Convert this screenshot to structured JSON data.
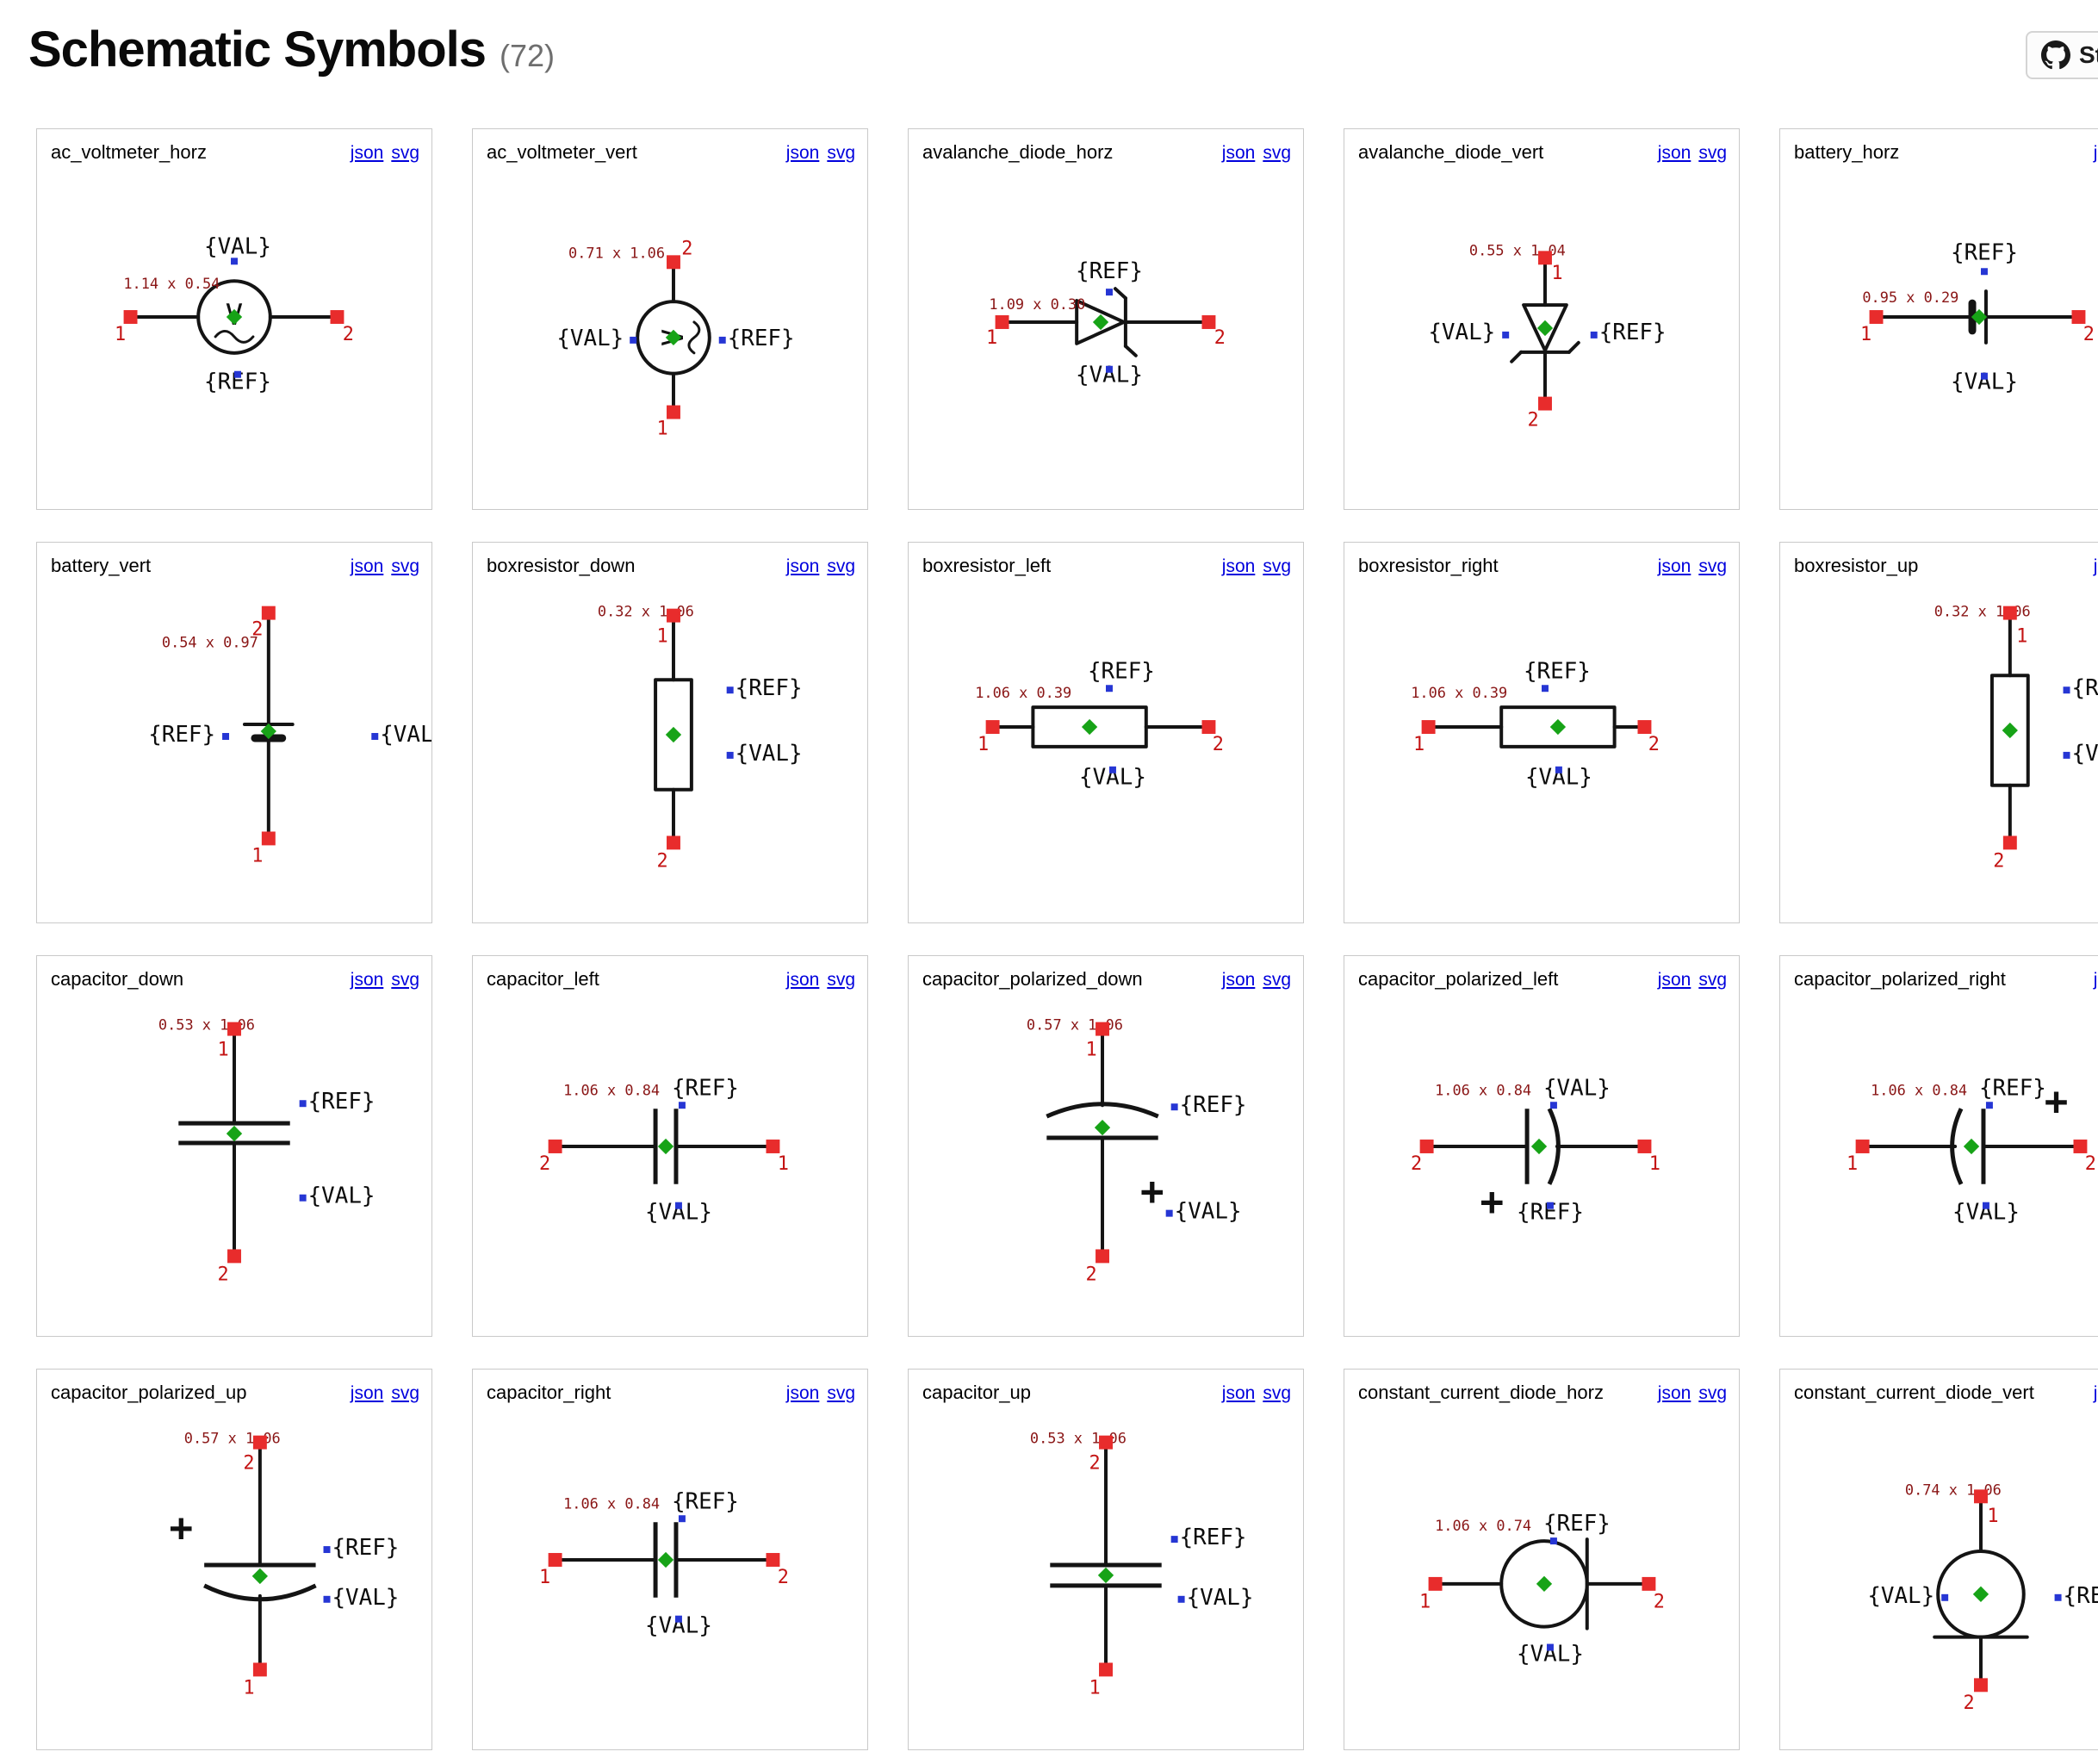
{
  "page": {
    "title": "Schematic Symbols",
    "count": "(72)"
  },
  "star": {
    "label": "Star"
  },
  "common": {
    "json_link": "json",
    "svg_link": "svg",
    "ref_label": "{REF}",
    "val_label": "{VAL}",
    "pin1": "1",
    "pin2": "2",
    "plus": "+",
    "meter_glyph": "V",
    "colors": {
      "pin_square": "#e82c2c",
      "center_diamond": "#17a317",
      "anchor_dot": "#2636d4",
      "dim_text": "#8a1616",
      "pin_text": "#c41414",
      "link": "#0000dd"
    }
  },
  "cards": [
    {
      "name": "ac_voltmeter_horz",
      "dims": "1.14 x 0.54"
    },
    {
      "name": "ac_voltmeter_vert",
      "dims": "0.71 x 1.06"
    },
    {
      "name": "avalanche_diode_horz",
      "dims": "1.09 x 0.30"
    },
    {
      "name": "avalanche_diode_vert",
      "dims": "0.55 x 1.04"
    },
    {
      "name": "battery_horz",
      "dims": "0.95 x 0.29"
    },
    {
      "name": "battery_vert",
      "dims": "0.54 x 0.97"
    },
    {
      "name": "boxresistor_down",
      "dims": "0.32 x 1.06"
    },
    {
      "name": "boxresistor_left",
      "dims": "1.06 x 0.39"
    },
    {
      "name": "boxresistor_right",
      "dims": "1.06 x 0.39"
    },
    {
      "name": "boxresistor_up",
      "dims": "0.32 x 1.06"
    },
    {
      "name": "capacitor_down",
      "dims": "0.53 x 1.06"
    },
    {
      "name": "capacitor_left",
      "dims": "1.06 x 0.84"
    },
    {
      "name": "capacitor_polarized_down",
      "dims": "0.57 x 1.06"
    },
    {
      "name": "capacitor_polarized_left",
      "dims": "1.06 x 0.84"
    },
    {
      "name": "capacitor_polarized_right",
      "dims": "1.06 x 0.84"
    },
    {
      "name": "capacitor_polarized_up",
      "dims": "0.57 x 1.06"
    },
    {
      "name": "capacitor_right",
      "dims": "1.06 x 0.84"
    },
    {
      "name": "capacitor_up",
      "dims": "0.53 x 1.06"
    },
    {
      "name": "constant_current_diode_horz",
      "dims": "1.06 x 0.74"
    },
    {
      "name": "constant_current_diode_vert",
      "dims": "0.74 x 1.06"
    }
  ]
}
